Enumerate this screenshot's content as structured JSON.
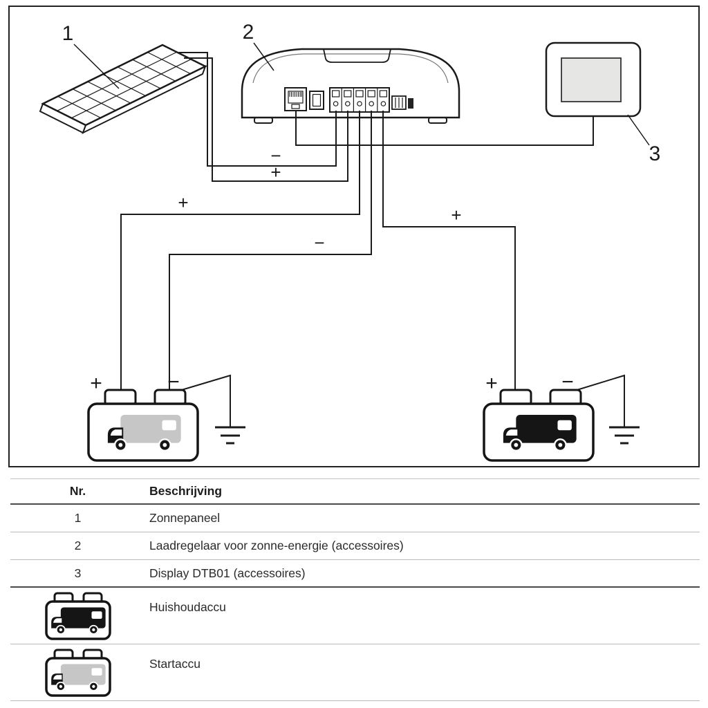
{
  "diagram": {
    "part_labels": {
      "solar_panel": "1",
      "charge_controller": "2",
      "display": "3"
    },
    "polarity": {
      "plus": "+",
      "minus": "−"
    },
    "icons": {
      "solar_panel": "solar-panel-icon",
      "charge_controller": "charge-controller-icon",
      "display": "display-icon",
      "household_battery": "battery-with-black-camper-icon",
      "starter_battery": "battery-with-gray-camper-icon",
      "ground": "earth-ground-icon"
    }
  },
  "legend_table": {
    "headers": {
      "nr": "Nr.",
      "description": "Beschrijving"
    },
    "rows": [
      {
        "nr": "1",
        "description": "Zonnepaneel"
      },
      {
        "nr": "2",
        "description": "Laadregelaar voor zonne-energie (accessoires)"
      },
      {
        "nr": "3",
        "description": "Display DTB01 (accessoires)"
      },
      {
        "nr": "",
        "icon": "battery-with-black-camper-icon",
        "description": "Huishoudaccu"
      },
      {
        "nr": "",
        "icon": "battery-with-gray-camper-icon",
        "description": "Startaccu"
      }
    ]
  },
  "colors": {
    "line": "#1a1a1a",
    "display_screen": "#e6e6e4",
    "camper_gray": "#c6c6c6"
  }
}
